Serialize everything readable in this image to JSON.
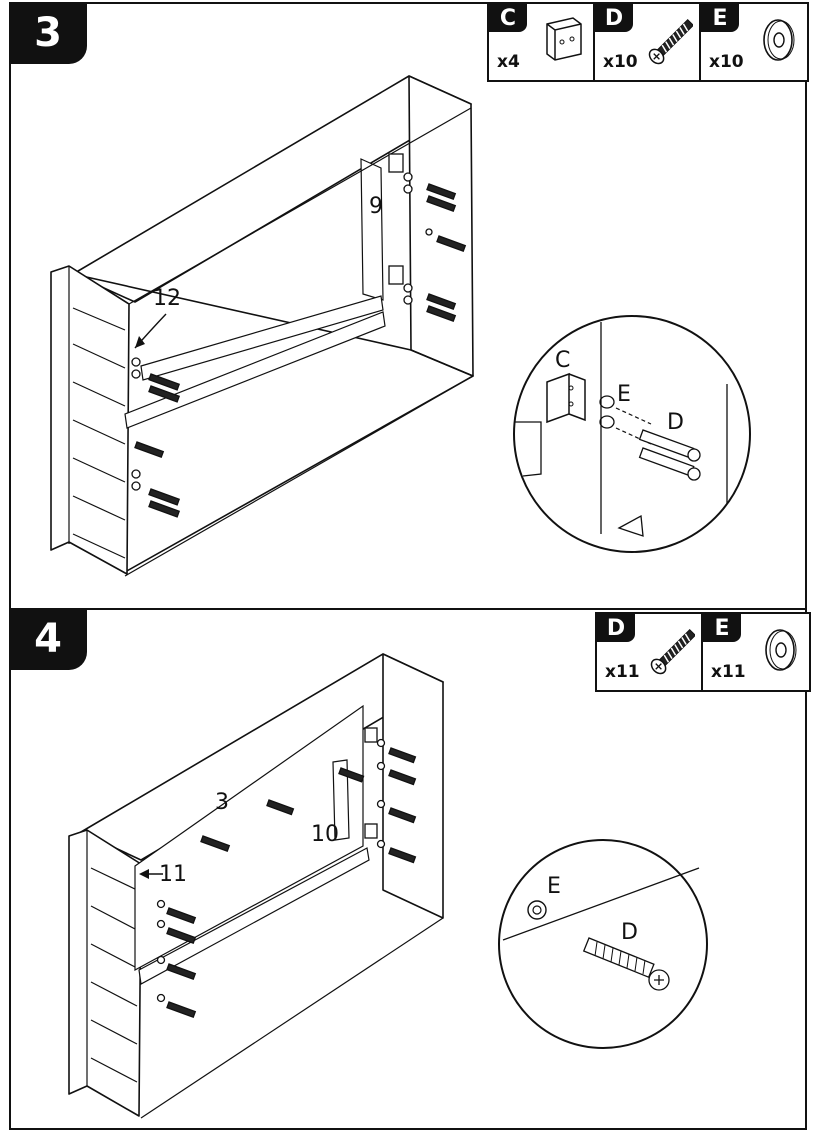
{
  "steps": [
    {
      "number": "3",
      "parts": [
        {
          "letter": "C",
          "qty": "x4",
          "icon": "cam-block-icon"
        },
        {
          "letter": "D",
          "qty": "x10",
          "icon": "screw-icon"
        },
        {
          "letter": "E",
          "qty": "x10",
          "icon": "washer-icon"
        }
      ],
      "callouts": {
        "panel_a": "12",
        "panel_b": "9"
      },
      "detail": {
        "c": "C",
        "e": "E",
        "d": "D"
      }
    },
    {
      "number": "4",
      "parts": [
        {
          "letter": "D",
          "qty": "x11",
          "icon": "screw-icon"
        },
        {
          "letter": "E",
          "qty": "x11",
          "icon": "washer-icon"
        }
      ],
      "callouts": {
        "panel_a": "11",
        "panel_b": "3",
        "panel_c": "10"
      },
      "detail": {
        "e": "E",
        "d": "D"
      }
    }
  ]
}
